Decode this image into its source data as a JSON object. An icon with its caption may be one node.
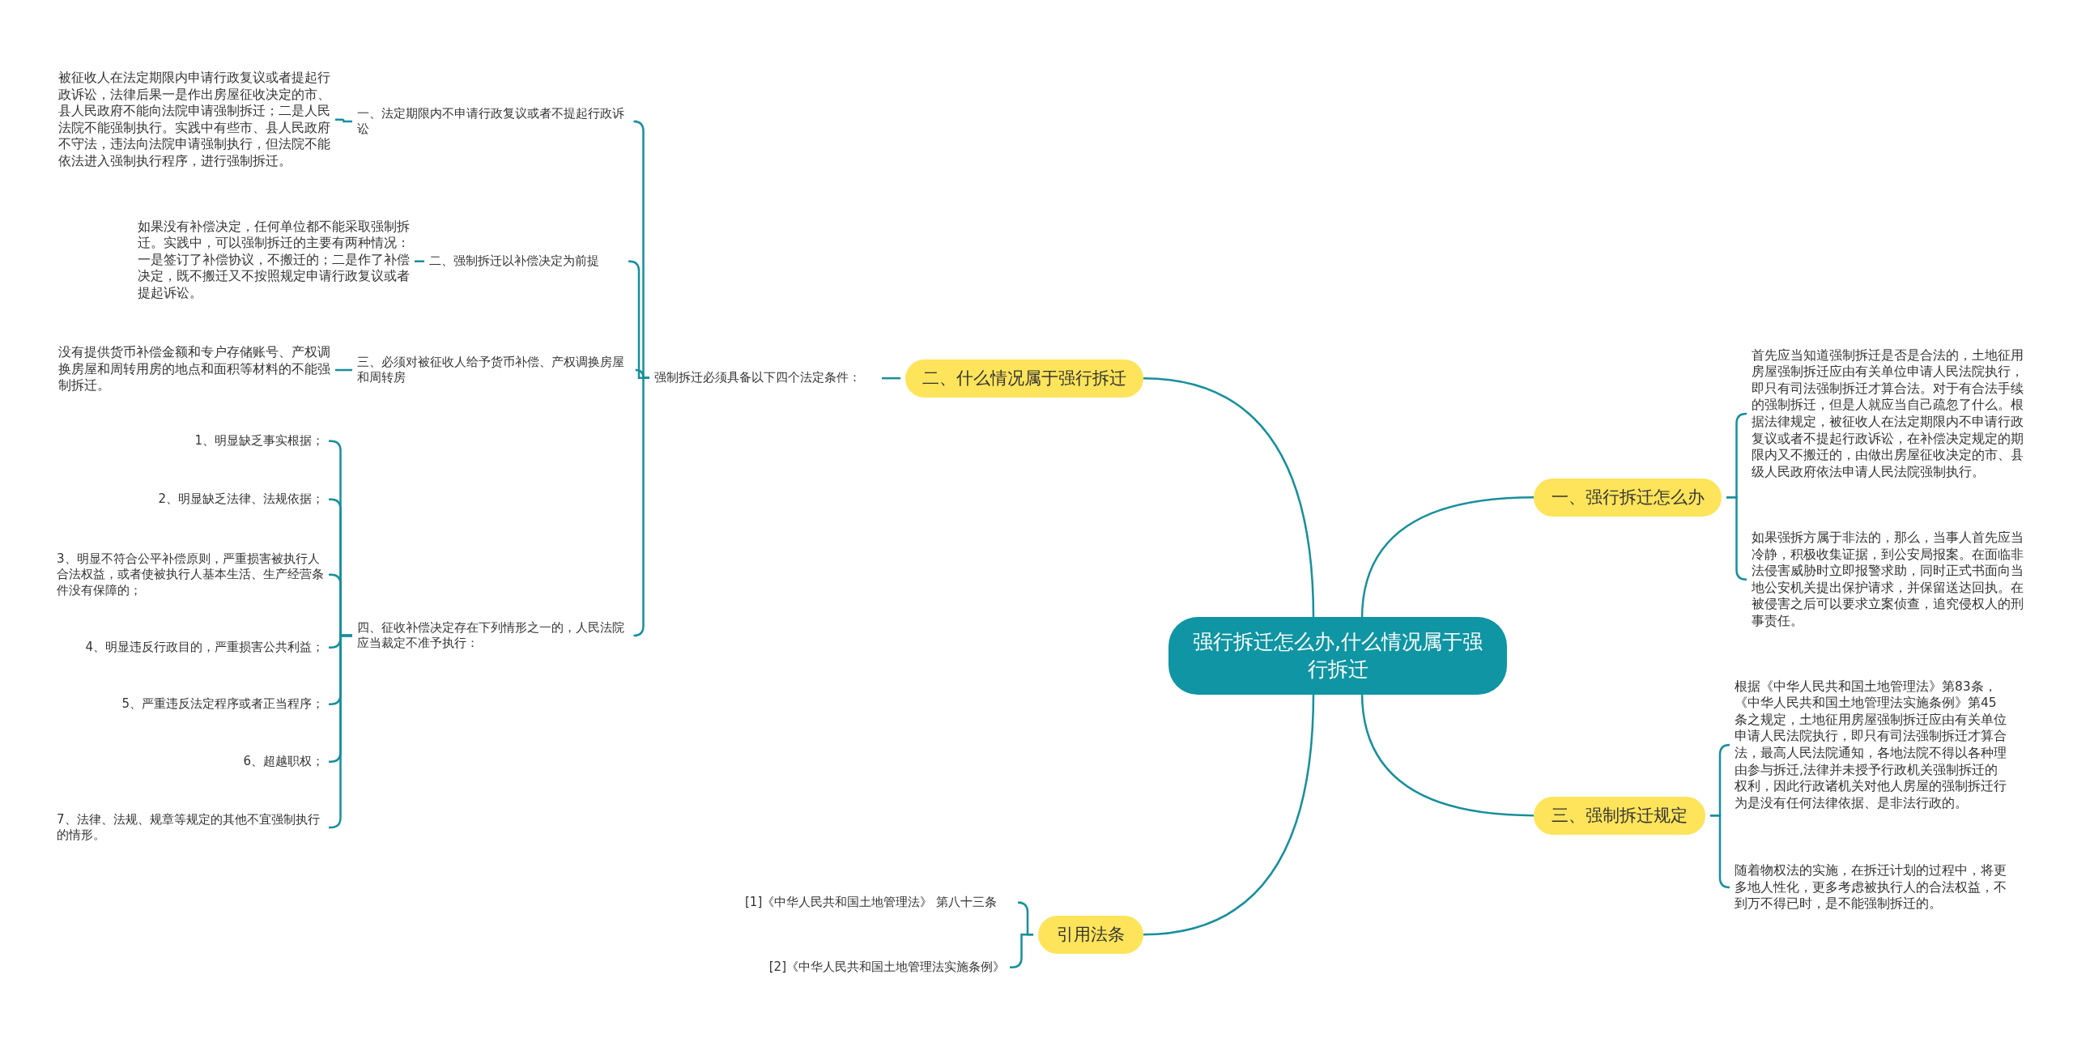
{
  "diagram": {
    "nodes": [
      {
        "text": [
          "强行拆迁怎么办,什么情况属于强行拆迁"
        ]
      },
      {
        "text": [
          "二、什么情况属于强行拆迁"
        ]
      },
      {
        "text": [
          "强制拆迁必须具备以下四个法定条件："
        ]
      },
      {
        "text": [
          "一、法定期限内不申请行政复议或者不提起行政诉讼"
        ]
      },
      {
        "text": [
          "被征收人在法定期限内申请行政复议或者提起行政诉讼，法律后果一是作出房屋征收决定的市、县人民政府不能向法院申请强制拆迁；二是人民法院不能强制执行。实践中有些市、县人民政府不守法，违法向法院申请强制执行，但法院不能依法进入强制执行程序，进行强制拆迁。"
        ]
      },
      {
        "text": [
          "二、强制拆迁以补偿决定为前提"
        ]
      },
      {
        "text": [
          "如果没有补偿决定，任何单位都不能采取强制拆迁。实践中，可以强制拆迁的主要有两种情况：一是签订了补偿协议，不搬迁的；二是作了补偿决定，既不搬迁又不按照规定申请行政复议或者提起诉讼。"
        ]
      },
      {
        "text": [
          "三、必须对被征收人给予货币补偿、产权调换房屋和周转房"
        ]
      },
      {
        "text": [
          "没有提供货币补偿金额和专户存储账号、产权调换房屋和周转用房的地点和面积等材料的不能强制拆迁。"
        ]
      },
      {
        "text": [
          "四、征收补偿决定存在下列情形之一的，人民法院应当裁定不准予执行："
        ]
      },
      {
        "text": [
          "1、明显缺乏事实根据；"
        ]
      },
      {
        "text": [
          "2、明显缺乏法律、法规依据；"
        ]
      },
      {
        "text": [
          "3、明显不符合公平补偿原则，严重损害被执行人合法权益，或者使被执行人基本生活、生产经营条件没有保障的；"
        ]
      },
      {
        "text": [
          "4、明显违反行政目的，严重损害公共利益；"
        ]
      },
      {
        "text": [
          "5、严重违反法定程序或者正当程序；"
        ]
      },
      {
        "text": [
          "6、超越职权；"
        ]
      },
      {
        "text": [
          "7、法律、法规、规章等规定的其他不宜强制执行的情形。"
        ]
      },
      {
        "text": [
          "一、强行拆迁怎么办"
        ]
      },
      {
        "text": [
          "首先应当知道强制拆迁是否是合法的，土地征用房屋强制拆迁应由有关单位申请人民法院执行，即只有司法强制拆迁才算合法。对于有合法手续的强制拆迁，但是人就应当自己疏忽了什么。根据法律规定，被征收人在法定期限内不申请行政复议或者不提起行政诉讼，在补偿决定规定的期限内又不搬迁的，由做出房屋征收决定的市、县级人民政府依法申请人民法院强制执行。"
        ]
      },
      {
        "text": [
          "如果强拆方属于非法的，那么，当事人首先应当冷静，积极收集证据，到公安局报案。在面临非法侵害威胁时立即报警求助，同时正式书面向当地公安机关提出保护请求，并保留送达回执。在被侵害之后可以要求立案侦查，追究侵权人的刑事责任。"
        ]
      },
      {
        "text": [
          "三、强制拆迁规定"
        ]
      },
      {
        "text": [
          "根据《中华人民共和国土地管理法》第83条，《中华人民共和国土地管理法实施条例》第45 条之规定，土地征用房屋强制拆迁应由有关单位申请人民法院执行，即只有司法强制拆迁才算合法，最高人民法院通知，各地法院不得以各种理由参与拆迁,法律并未授予行政机关强制拆迁的权利，因此行政诸机关对他人房屋的强制拆迁行为是没有任何法律依据、是非法行政的。"
        ]
      },
      {
        "text": [
          "随着物权法的实施，在拆迁计划的过程中，将更多地人性化，更多考虑被执行人的合法权益，不到万不得已时，是不能强制拆迁的。"
        ]
      },
      {
        "text": [
          "引用法条"
        ]
      },
      {
        "text": [
          "[1]《中华人民共和国土地管理法》 第八十三条"
        ]
      },
      {
        "text": [
          "[2]《中华人民共和国土地管理法实施条例》"
        ]
      }
    ],
    "edges": [
      {
        "from": 0,
        "to": 1,
        "arrow": "none"
      },
      {
        "from": 1,
        "to": 2,
        "arrow": "none"
      },
      {
        "from": 2,
        "to": 3,
        "arrow": "none"
      },
      {
        "from": 3,
        "to": 4,
        "arrow": "none"
      },
      {
        "from": 2,
        "to": 5,
        "arrow": "none"
      },
      {
        "from": 5,
        "to": 6,
        "arrow": "none"
      },
      {
        "from": 2,
        "to": 7,
        "arrow": "none"
      },
      {
        "from": 7,
        "to": 8,
        "arrow": "none"
      },
      {
        "from": 2,
        "to": 9,
        "arrow": "none"
      },
      {
        "from": 9,
        "to": 10,
        "arrow": "none"
      },
      {
        "from": 9,
        "to": 11,
        "arrow": "none"
      },
      {
        "from": 9,
        "to": 12,
        "arrow": "none"
      },
      {
        "from": 9,
        "to": 13,
        "arrow": "none"
      },
      {
        "from": 9,
        "to": 14,
        "arrow": "none"
      },
      {
        "from": 9,
        "to": 15,
        "arrow": "none"
      },
      {
        "from": 9,
        "to": 16,
        "arrow": "none"
      },
      {
        "from": 0,
        "to": 17,
        "arrow": "none"
      },
      {
        "from": 17,
        "to": 18,
        "arrow": "none"
      },
      {
        "from": 17,
        "to": 19,
        "arrow": "none"
      },
      {
        "from": 0,
        "to": 20,
        "arrow": "none"
      },
      {
        "from": 20,
        "to": 21,
        "arrow": "none"
      },
      {
        "from": 20,
        "to": 22,
        "arrow": "none"
      },
      {
        "from": 0,
        "to": 23,
        "arrow": "none"
      },
      {
        "from": 23,
        "to": 24,
        "arrow": "none"
      },
      {
        "from": 23,
        "to": 25,
        "arrow": "none"
      }
    ]
  }
}
